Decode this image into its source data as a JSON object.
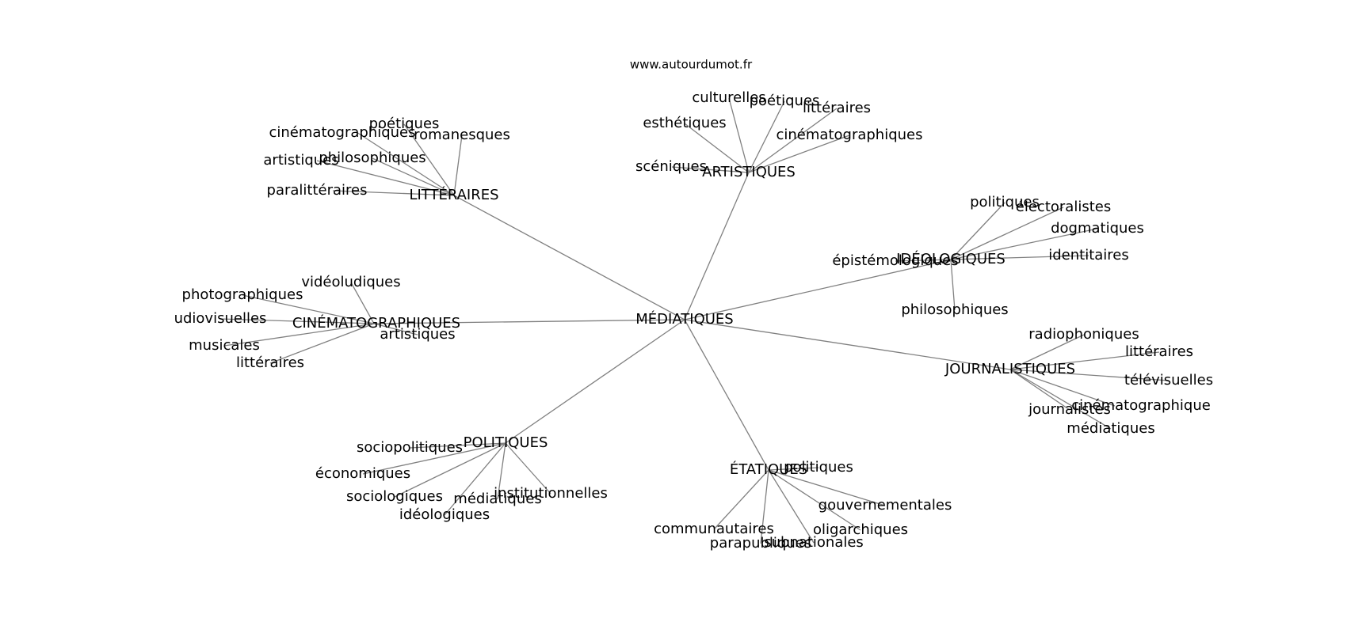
{
  "watermark": "www.autourdumot.fr",
  "colors": {
    "edge": "#808080",
    "text": "#000000",
    "background": "#ffffff"
  },
  "graph": {
    "root": "MÉDIATIQUES",
    "hubs": [
      {
        "id": "litteraires",
        "label": "LITTÉRAIRES",
        "leaves": [
          "poétiques",
          "cinématographiques",
          "romanesques",
          "artistiques",
          "philosophiques",
          "paralittéraires"
        ]
      },
      {
        "id": "artistiques",
        "label": "ARTISTIQUES",
        "leaves": [
          "culturelles",
          "poétiques",
          "littéraires",
          "esthétiques",
          "cinématographiques",
          "scéniques"
        ]
      },
      {
        "id": "ideologiques",
        "label": "IDÉOLOGIQUES",
        "leaves": [
          "politiques",
          "électoralistes",
          "dogmatiques",
          "épistémologiques",
          "identitaires",
          "philosophiques"
        ]
      },
      {
        "id": "cinematographiques",
        "label": "CINÉMATOGRAPHIQUES",
        "leaves": [
          "vidéoludiques",
          "photographiques",
          "udiovisuelles",
          "artistiques",
          "musicales",
          "littéraires"
        ]
      },
      {
        "id": "journalistiques",
        "label": "JOURNALISTIQUES",
        "leaves": [
          "radiophoniques",
          "littéraires",
          "télévisuelles",
          "cinématographique",
          "journalistes",
          "médiatiques"
        ]
      },
      {
        "id": "politiques",
        "label": "POLITIQUES",
        "leaves": [
          "sociopolitiques",
          "économiques",
          "sociologiques",
          "médiatiques",
          "institutionnelles",
          "idéologiques"
        ]
      },
      {
        "id": "etatiques",
        "label": "ÉTATIQUES",
        "leaves": [
          "politiques",
          "gouvernementales",
          "communautaires",
          "oligarchiques",
          "parapubliques",
          "subnationales"
        ]
      }
    ]
  }
}
